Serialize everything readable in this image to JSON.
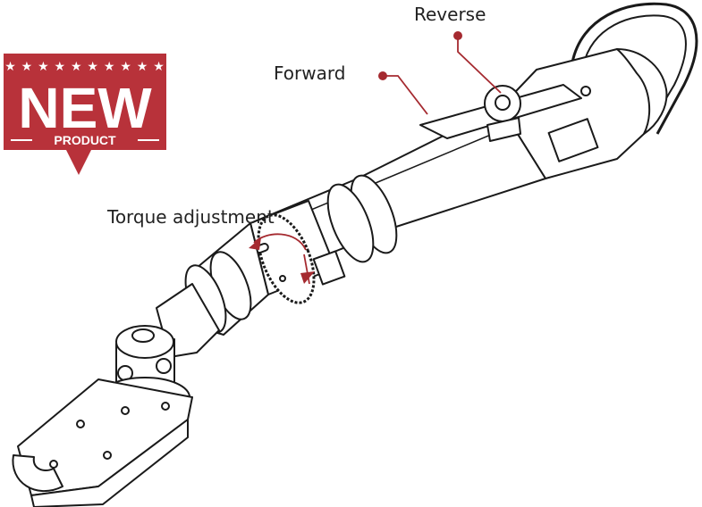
{
  "badge": {
    "stars": "★ ★ ★ ★ ★ ★ ★ ★ ★ ★",
    "headline": "NEW",
    "subline": "PRODUCT",
    "color": "#b8323a"
  },
  "callouts": {
    "reverse": "Reverse",
    "forward": "Forward",
    "torque": "Torque adjustment"
  },
  "colors": {
    "accent": "#a52a30",
    "line": "#1a1a1a"
  }
}
